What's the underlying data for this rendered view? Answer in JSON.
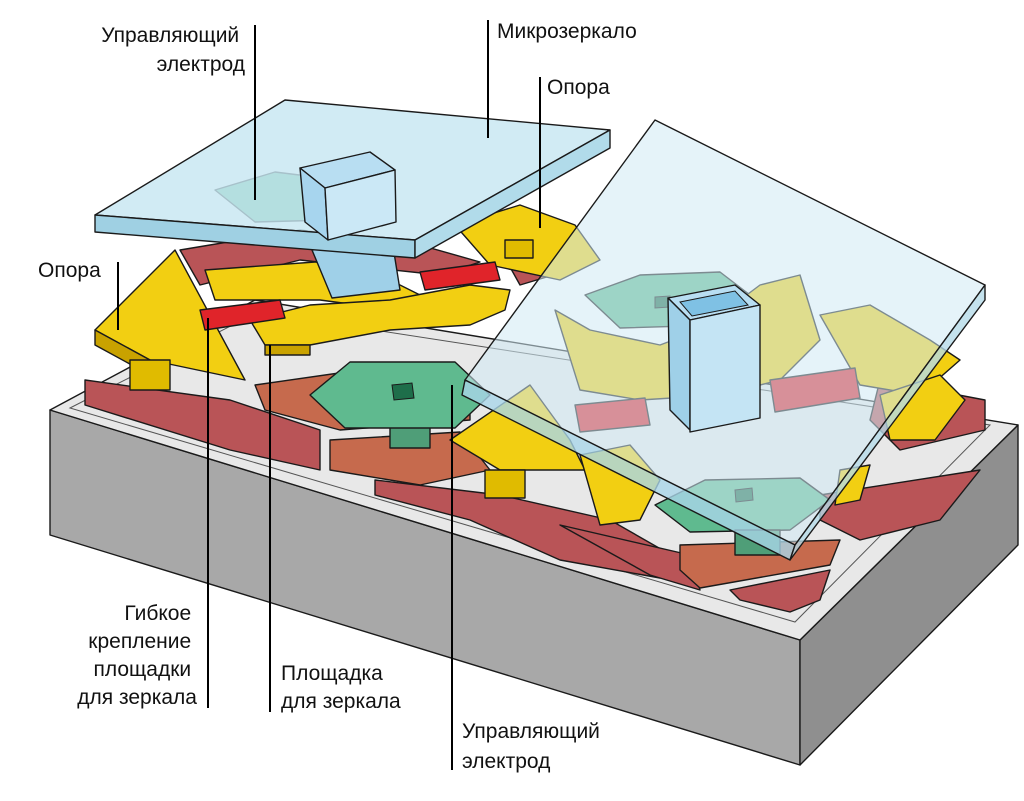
{
  "labels": {
    "control_electrode_top": [
      "Управляющий",
      "электрод"
    ],
    "micromirror": "Микрозеркало",
    "support_top": "Опора",
    "support_left": "Опора",
    "flex_hinge": [
      "Гибкое",
      "крепление",
      "площадки",
      "для зеркала"
    ],
    "mirror_pad": [
      "Площадка",
      "для зеркала"
    ],
    "control_electrode_bottom": [
      "Управляющий",
      "электрод"
    ]
  },
  "colors": {
    "substrate_side": "#a9a9a9",
    "substrate_top": "#cfcfcf",
    "electrode": "#b5555a",
    "electrode_light": "#c4704f",
    "support": "#f2cf12",
    "support_dark": "#c9a200",
    "hinge": "#e0242a",
    "pad": "#5fb98f",
    "mirror": "#bfe3ef",
    "mirror_post": "#a9d8f0"
  }
}
